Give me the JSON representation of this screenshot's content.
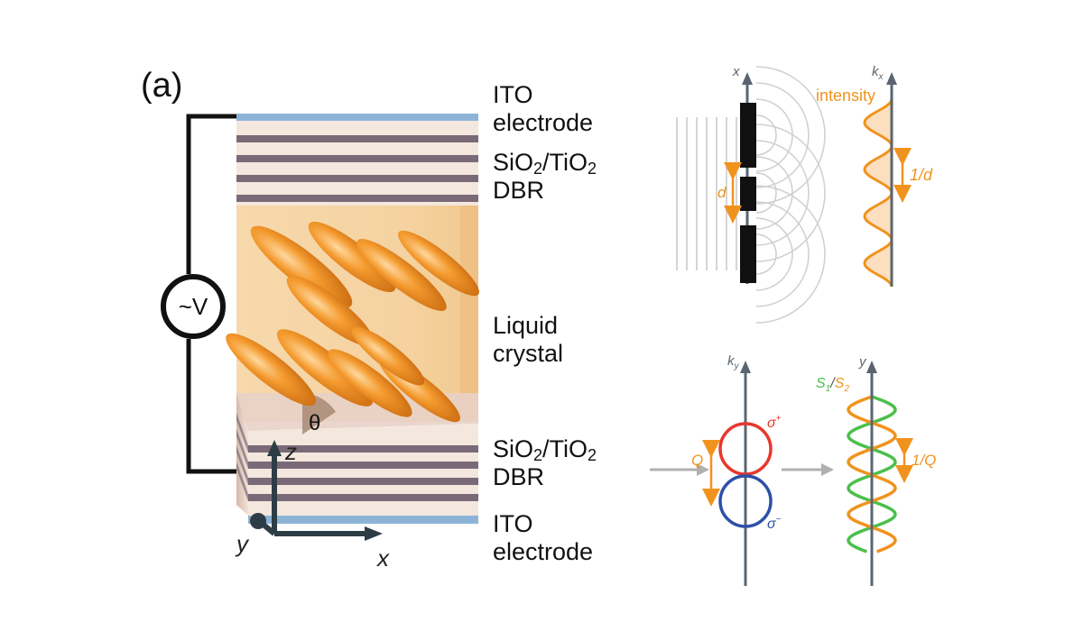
{
  "panel_label": "(a)",
  "voltage_label": "~V",
  "layers": {
    "ito_top": [
      "ITO",
      "electrode"
    ],
    "dbr_top": {
      "line1_pre": "SiO",
      "sub1": "2",
      "mid": "/TiO",
      "sub2": "2",
      "line2": "DBR"
    },
    "lc": [
      "Liquid",
      "crystal"
    ],
    "dbr_bottom": {
      "line1_pre": "SiO",
      "sub1": "2",
      "mid": "/TiO",
      "sub2": "2",
      "line2": "DBR"
    },
    "ito_bottom": [
      "ITO",
      "electrode"
    ]
  },
  "angle_label": "θ",
  "axes3d": {
    "z": "z",
    "y": "y",
    "x": "x"
  },
  "diffraction": {
    "axis_x": "x",
    "axis_k": "k",
    "axis_k_sub": "x",
    "intensity_label": "intensity",
    "period_label": "d",
    "recip_label": "1/d"
  },
  "spin": {
    "axis_k": "k",
    "axis_k_sub": "y",
    "axis_y": "y",
    "q_label": "Q",
    "sigma_plus": "σ",
    "sigma_plus_sup": "+",
    "sigma_minus": "σ",
    "sigma_minus_sup": "−",
    "s1": "S",
    "s1_sub": "1",
    "slash": "/",
    "s2": "S",
    "s2_sub": "2",
    "recip_q_label": "1/Q"
  },
  "colors": {
    "orange": "#f0931e",
    "green": "#4bbf4b",
    "red": "#e8372c",
    "blue": "#2d50a8",
    "axis": "#5a6570",
    "ito": "#8db4d6",
    "stripe_dark": "#7a6a78",
    "stripe_light": "#f3e7de"
  }
}
